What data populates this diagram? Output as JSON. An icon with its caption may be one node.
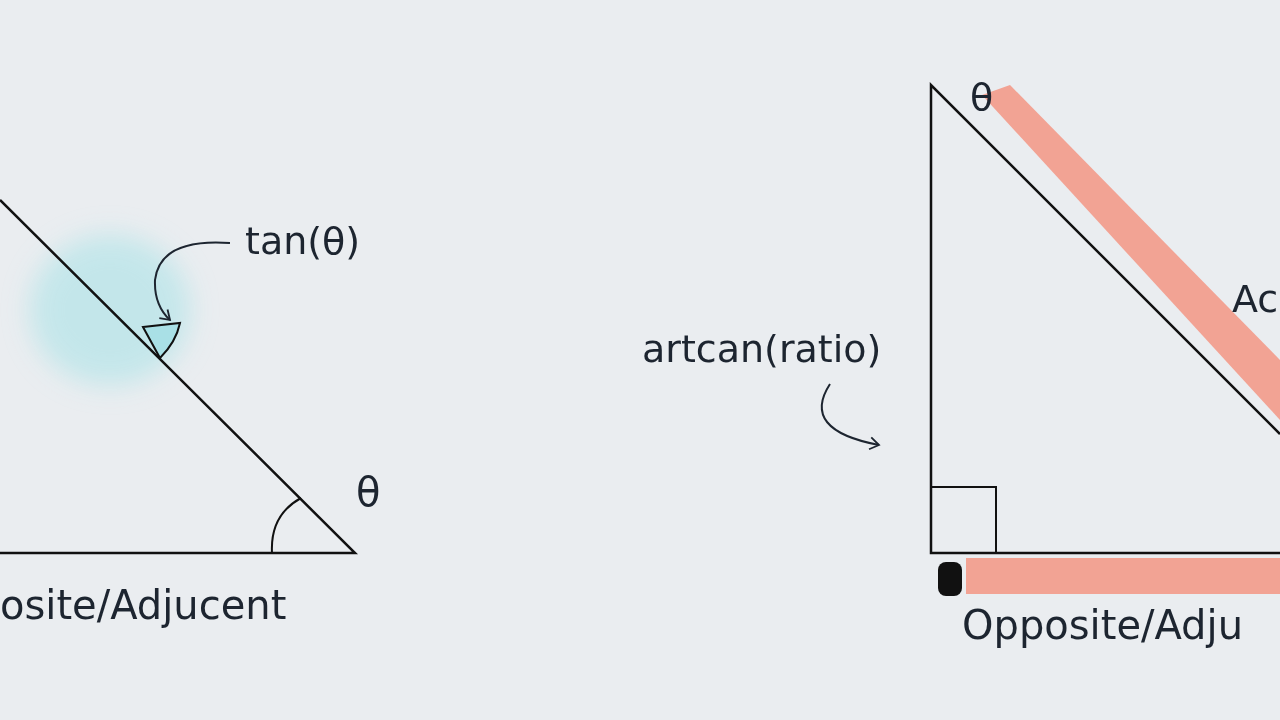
{
  "diagram": {
    "nodes": [
      {
        "text": [
          "tan(θ)"
        ]
      },
      {
        "text": [],
        "shape": "wedge"
      },
      {
        "text": [
          "artcan(ratio)"
        ]
      }
    ],
    "edges": [
      {
        "from": 0,
        "to": 1,
        "arrow": "to"
      },
      {
        "from": 2,
        "to": null,
        "arrow": "to"
      }
    ],
    "labels": [
      "θ",
      "Ac",
      "θ",
      "osite/Adjucent",
      "Opposite/Adju"
    ]
  }
}
